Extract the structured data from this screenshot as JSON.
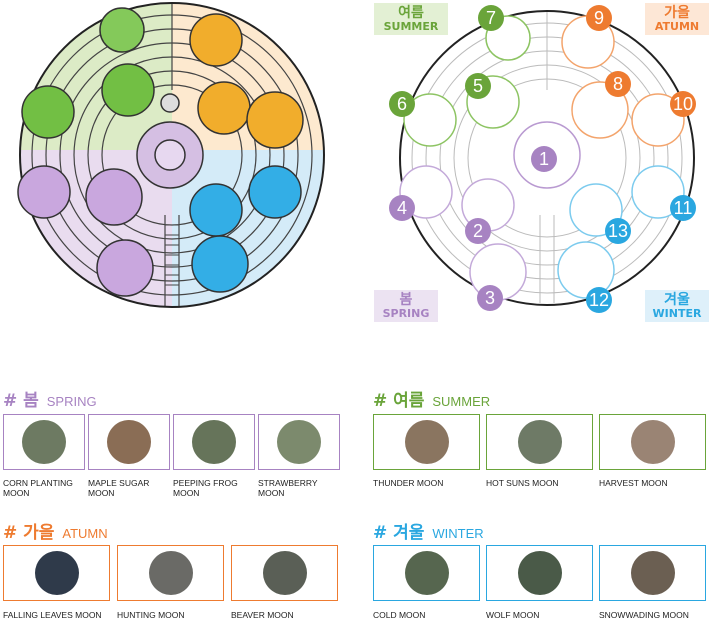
{
  "map_tags": {
    "summer": {
      "ko": "여름",
      "en": "SUMMER"
    },
    "autumn": {
      "ko": "가을",
      "en": "ATUMN"
    },
    "spring": {
      "ko": "봄",
      "en": "SPRING"
    },
    "winter": {
      "ko": "겨울",
      "en": "WINTER"
    }
  },
  "badges": [
    "1",
    "2",
    "3",
    "4",
    "5",
    "6",
    "7",
    "8",
    "9",
    "10",
    "11",
    "12",
    "13"
  ],
  "colors": {
    "spring": "#a783c2",
    "summer": "#6aa43a",
    "autumn": "#ee7b30",
    "winter": "#2aa7e0"
  },
  "sections": {
    "spring": {
      "hash": "#",
      "ko": "봄",
      "en": "SPRING",
      "items": [
        "CORN PLANTING MOON",
        "MAPLE SUGAR MOON",
        "PEEPING FROG MOON",
        "STRAWBERRY MOON"
      ]
    },
    "summer": {
      "hash": "#",
      "ko": "여름",
      "en": "SUMMER",
      "items": [
        "THUNDER MOON",
        "HOT SUNS MOON",
        "HARVEST MOON"
      ]
    },
    "autumn": {
      "hash": "#",
      "ko": "가을",
      "en": "ATUMN",
      "items": [
        "FALLING LEAVES MOON",
        "HUNTING MOON",
        "BEAVER MOON"
      ]
    },
    "winter": {
      "hash": "#",
      "ko": "겨울",
      "en": "WINTER",
      "items": [
        "COLD MOON",
        "WOLF MOON",
        "SNOWWADING MOON"
      ]
    }
  }
}
